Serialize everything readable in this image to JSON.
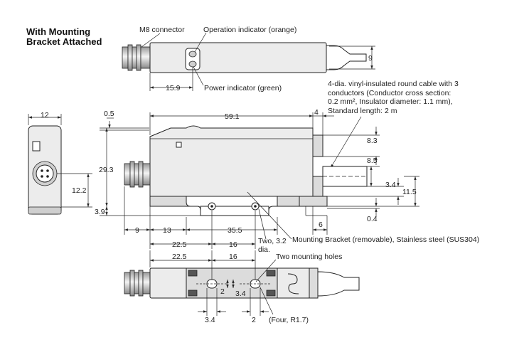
{
  "title": {
    "line1": "With Mounting",
    "line2": "Bracket Attached"
  },
  "callouts": {
    "m8_connector": "M8 connector",
    "operation_indicator": "Operation indicator (orange)",
    "power_indicator": "Power indicator (green)",
    "cable_line1": "4-dia. vinyl-insulated round cable with 3",
    "cable_line2": "conductors (Conductor cross section:",
    "cable_line3": "0.2 mm², Insulator diameter: 1.1 mm),",
    "cable_line4": "Standard length: 2 m",
    "hole_line1": "Two, 3.2",
    "hole_line2": "dia.",
    "mounting_bracket": "Mounting Bracket (removable), Stainless steel (SUS304)",
    "mounting_holes": "Two mounting holes",
    "four_r": "(Four, R1.7)"
  },
  "dimensions": {
    "top_height": "9",
    "top_15_9": "15.9",
    "front_width": "12",
    "front_12_2": "12.2",
    "side_0_5": "0.5",
    "side_59_1": "59.1",
    "side_4": "4",
    "side_8_3": "8.3",
    "side_29_3": "29.3",
    "side_8_5": "8.5",
    "side_3_4": "3.4",
    "side_11_5": "11.5",
    "side_3_9": "3.9",
    "side_0_4": "0.4",
    "side_9": "9",
    "side_13": "13",
    "side_35_5": "35.5",
    "side_6": "6",
    "side_22_5": "22.5",
    "side_16": "16",
    "bot_22_5": "22.5",
    "bot_16": "16",
    "bot_2a": "2",
    "bot_3_4a": "3.4",
    "bot_3_4b": "3.4",
    "bot_2b": "2"
  }
}
